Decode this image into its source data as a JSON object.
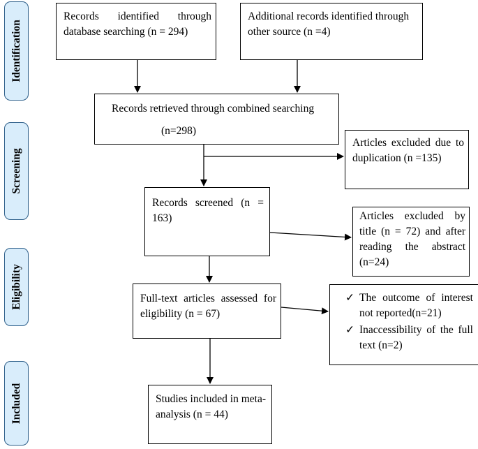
{
  "phases": {
    "identification": "Identification",
    "screening": "Screening",
    "eligibility": "Eligibility",
    "included": "Included"
  },
  "boxes": {
    "database_records": "Records identified through database searching (n = 294)",
    "additional_records": "Additional records identified through other source (n =4)",
    "combined_line1": "Records retrieved through combined searching",
    "combined_line2": "(n=298)",
    "excluded_duplicates": "Articles excluded due to duplication (n =135)",
    "records_screened": "Records screened (n = 163)",
    "excluded_title": "Articles excluded by title (n = 72) and after reading the abstract (n=24)",
    "fulltext_assessed": "Full-text articles assessed for eligibility (n = 67)",
    "excluded_fulltext_1": "The outcome of interest not reported(n=21)",
    "excluded_fulltext_2": "Inaccessibility of the full text (n=2)",
    "included_studies": "Studies included in meta-analysis (n = 44)"
  },
  "check_glyph": "✓"
}
